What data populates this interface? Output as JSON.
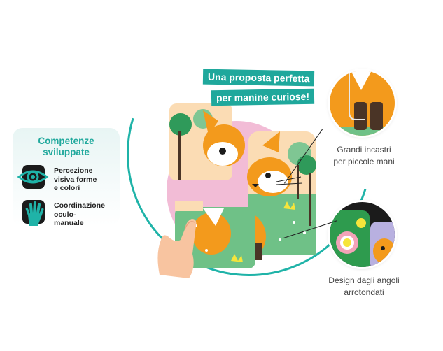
{
  "skills": {
    "title_line1": "Competenze",
    "title_line2": "sviluppate",
    "items": [
      {
        "icon": "eye-icon",
        "line1": "Percezione",
        "line2": "visiva forme",
        "line3": "e colori"
      },
      {
        "icon": "hand-icon",
        "line1": "Coordinazione",
        "line2": "oculo-",
        "line3": "manuale"
      }
    ]
  },
  "banner": {
    "line1": "Una proposta perfetta",
    "line2": "per manine curiose!"
  },
  "callouts": [
    {
      "line1": "Grandi incastri",
      "line2": "per piccole mani"
    },
    {
      "line1": "Design dagli angoli",
      "line2": "arrotondati"
    }
  ],
  "colors": {
    "teal": "#1fa89c",
    "pink": "#f2bcd6",
    "green": "#6fc187",
    "orange": "#f39a1c",
    "beige": "#fbdcb4",
    "dark": "#1b1b1b"
  }
}
